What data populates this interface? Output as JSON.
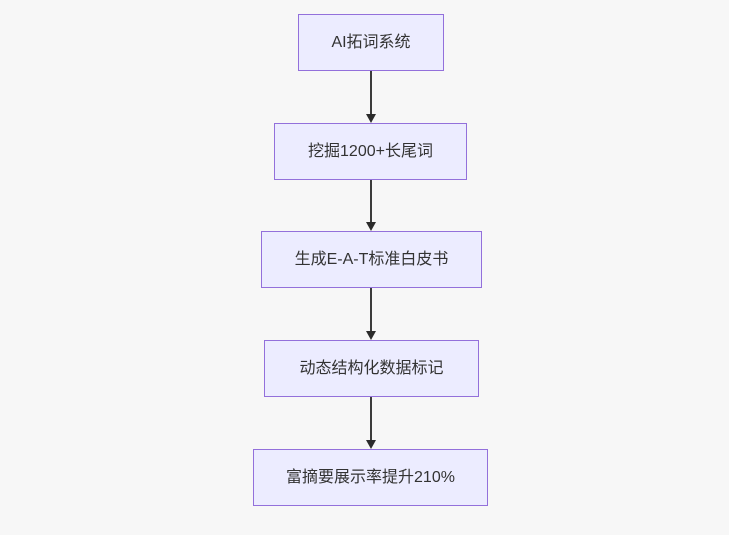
{
  "diagram": {
    "type": "flowchart",
    "direction": "top-down",
    "nodes": [
      {
        "id": "step-1",
        "label": "AI拓词系统"
      },
      {
        "id": "step-2",
        "label": "挖掘1200+长尾词"
      },
      {
        "id": "step-3",
        "label": "生成E-A-T标准白皮书"
      },
      {
        "id": "step-4",
        "label": "动态结构化数据标记"
      },
      {
        "id": "step-5",
        "label": "富摘要展示率提升210%"
      }
    ],
    "edges": [
      {
        "from": "step-1",
        "to": "step-2"
      },
      {
        "from": "step-2",
        "to": "step-3"
      },
      {
        "from": "step-3",
        "to": "step-4"
      },
      {
        "from": "step-4",
        "to": "step-5"
      }
    ],
    "colors": {
      "node_fill": "#ECECFF",
      "node_border": "#9370DB",
      "arrow": "#333333",
      "text": "#333333",
      "background": "#F7F7F7"
    }
  }
}
